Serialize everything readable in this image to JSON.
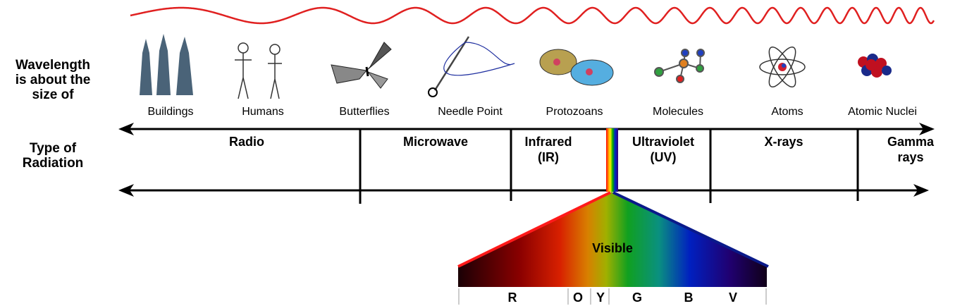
{
  "side_labels": {
    "wavelength": [
      "Wavelength",
      "is about the",
      "size of"
    ],
    "type": [
      "Type of",
      "Radiation"
    ]
  },
  "size_examples": [
    "Buildings",
    "Humans",
    "Butterflies",
    "Needle Point",
    "Protozoans",
    "Molecules",
    "Atoms",
    "Atomic Nuclei"
  ],
  "radiation_types": [
    {
      "lines": [
        "Radio"
      ]
    },
    {
      "lines": [
        "Microwave"
      ]
    },
    {
      "lines": [
        "Infrared",
        "(IR)"
      ]
    },
    {
      "lines": [
        "Ultraviolet",
        "(UV)"
      ]
    },
    {
      "lines": [
        "X-rays"
      ]
    },
    {
      "lines": [
        "Gamma",
        "rays"
      ]
    }
  ],
  "visible": {
    "title": "Visible",
    "colors": [
      "R",
      "O",
      "Y",
      "G",
      "B",
      "V"
    ]
  },
  "colors": {
    "wave": "#e02020",
    "red_edge": "#ff1a1a",
    "blue_edge": "#0a1a8a",
    "building": "#4a6378"
  }
}
